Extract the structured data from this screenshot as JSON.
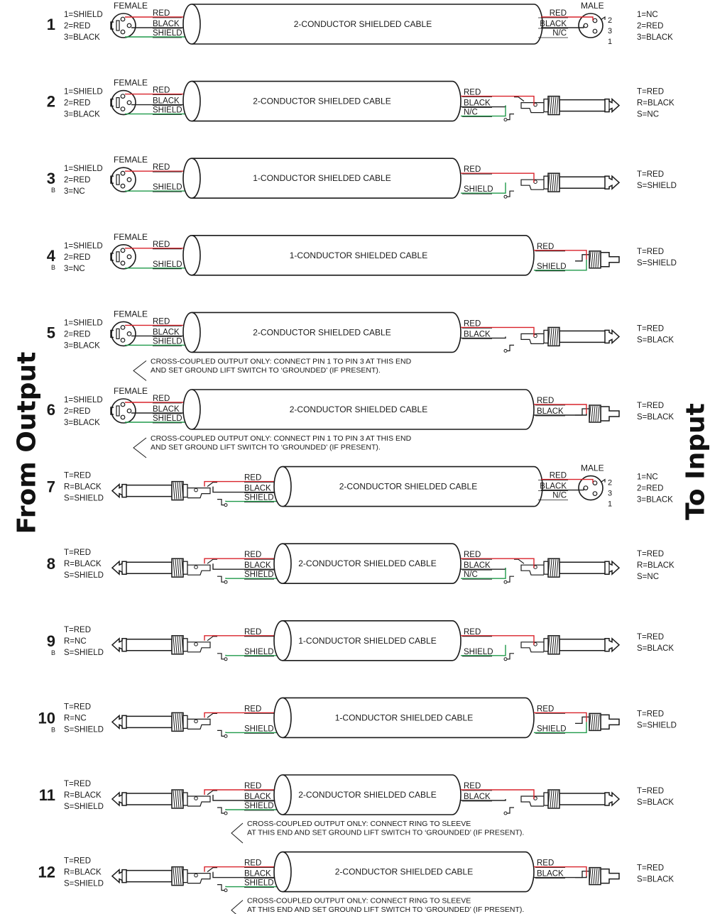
{
  "labels": {
    "from_output": "From Output",
    "to_input": "To Input"
  },
  "colors": {
    "red_wire": "#d9232b",
    "black_wire": "#222222",
    "shield_wire": "#1f9a4a",
    "outline": "#1a1a1a"
  },
  "diagrams": [
    {
      "number": "1",
      "marker": "",
      "left": {
        "type": "xlr-female",
        "title": "FEMALE",
        "pins": [
          "1=SHIELD",
          "2=RED",
          "3=BLACK"
        ],
        "wires": [
          "RED",
          "BLACK",
          "SHIELD"
        ]
      },
      "cable": "2-CONDUCTOR SHIELDED CABLE",
      "right": {
        "type": "xlr-male",
        "title": "MALE",
        "wires": [
          "RED",
          "BLACK",
          "N/C"
        ],
        "pins": [
          "1=NC",
          "2=RED",
          "3=BLACK"
        ]
      },
      "note": []
    },
    {
      "number": "2",
      "marker": "",
      "left": {
        "type": "xlr-female",
        "title": "FEMALE",
        "pins": [
          "1=SHIELD",
          "2=RED",
          "3=BLACK"
        ],
        "wires": [
          "RED",
          "BLACK",
          "SHIELD"
        ]
      },
      "cable": "2-CONDUCTOR SHIELDED CABLE",
      "right": {
        "type": "trs",
        "wires": [
          "RED",
          "BLACK",
          "N/C"
        ],
        "pins": [
          "T=RED",
          "R=BLACK",
          "S=NC"
        ]
      },
      "note": []
    },
    {
      "number": "3",
      "marker": "B",
      "left": {
        "type": "xlr-female",
        "title": "FEMALE",
        "pins": [
          "1=SHIELD",
          "2=RED",
          "3=NC"
        ],
        "wires": [
          "RED",
          "",
          "SHIELD"
        ]
      },
      "cable": "1-CONDUCTOR SHIELDED CABLE",
      "right": {
        "type": "ts",
        "wires": [
          "RED",
          "",
          "SHIELD"
        ],
        "pins": [
          "T=RED",
          "S=SHIELD"
        ]
      },
      "note": []
    },
    {
      "number": "4",
      "marker": "B",
      "left": {
        "type": "xlr-female",
        "title": "FEMALE",
        "pins": [
          "1=SHIELD",
          "2=RED",
          "3=NC"
        ],
        "wires": [
          "RED",
          "",
          "SHIELD"
        ]
      },
      "cable": "1-CONDUCTOR SHIELDED CABLE",
      "right": {
        "type": "rca",
        "wires": [
          "RED",
          "",
          "SHIELD"
        ],
        "pins": [
          "T=RED",
          "S=SHIELD"
        ]
      },
      "note": []
    },
    {
      "number": "5",
      "marker": "",
      "left": {
        "type": "xlr-female",
        "title": "FEMALE",
        "pins": [
          "1=SHIELD",
          "2=RED",
          "3=BLACK"
        ],
        "wires": [
          "RED",
          "BLACK",
          "SHIELD"
        ]
      },
      "cable": "2-CONDUCTOR SHIELDED CABLE",
      "right": {
        "type": "ts",
        "wires": [
          "RED",
          "BLACK",
          ""
        ],
        "pins": [
          "T=RED",
          "S=BLACK"
        ]
      },
      "note": [
        "CROSS-COUPLED OUTPUT ONLY: CONNECT PIN 1 TO PIN 3 AT THIS END",
        "AND SET GROUND LIFT SWITCH TO ‘GROUNDED’ (IF PRESENT)."
      ]
    },
    {
      "number": "6",
      "marker": "",
      "left": {
        "type": "xlr-female",
        "title": "FEMALE",
        "pins": [
          "1=SHIELD",
          "2=RED",
          "3=BLACK"
        ],
        "wires": [
          "RED",
          "BLACK",
          "SHIELD"
        ]
      },
      "cable": "2-CONDUCTOR SHIELDED CABLE",
      "right": {
        "type": "rca",
        "wires": [
          "RED",
          "BLACK",
          ""
        ],
        "pins": [
          "T=RED",
          "S=BLACK"
        ]
      },
      "note": [
        "CROSS-COUPLED OUTPUT ONLY: CONNECT PIN 1 TO PIN 3 AT THIS END",
        "AND SET GROUND LIFT SWITCH TO ‘GROUNDED’ (IF PRESENT)."
      ]
    },
    {
      "number": "7",
      "marker": "",
      "left": {
        "type": "trs",
        "pins": [
          "T=RED",
          "R=BLACK",
          "S=SHIELD"
        ],
        "wires": [
          "RED",
          "BLACK",
          "SHIELD"
        ]
      },
      "cable": "2-CONDUCTOR SHIELDED CABLE",
      "right": {
        "type": "xlr-male",
        "title": "MALE",
        "wires": [
          "RED",
          "BLACK",
          "N/C"
        ],
        "pins": [
          "1=NC",
          "2=RED",
          "3=BLACK"
        ]
      },
      "note": []
    },
    {
      "number": "8",
      "marker": "",
      "left": {
        "type": "trs",
        "pins": [
          "T=RED",
          "R=BLACK",
          "S=SHIELD"
        ],
        "wires": [
          "RED",
          "BLACK",
          "SHIELD"
        ]
      },
      "cable": "2-CONDUCTOR SHIELDED CABLE",
      "right": {
        "type": "trs",
        "wires": [
          "RED",
          "BLACK",
          "N/C"
        ],
        "pins": [
          "T=RED",
          "R=BLACK",
          "S=NC"
        ]
      },
      "note": []
    },
    {
      "number": "9",
      "marker": "B",
      "left": {
        "type": "trs",
        "pins": [
          "T=RED",
          "R=NC",
          "S=SHIELD"
        ],
        "wires": [
          "RED",
          "",
          "SHIELD"
        ]
      },
      "cable": "1-CONDUCTOR SHIELDED CABLE",
      "right": {
        "type": "ts",
        "wires": [
          "RED",
          "",
          "SHIELD"
        ],
        "pins": [
          "T=RED",
          "S=BLACK"
        ]
      },
      "note": []
    },
    {
      "number": "10",
      "marker": "B",
      "left": {
        "type": "trs",
        "pins": [
          "T=RED",
          "R=NC",
          "S=SHIELD"
        ],
        "wires": [
          "RED",
          "",
          "SHIELD"
        ]
      },
      "cable": "1-CONDUCTOR SHIELDED CABLE",
      "right": {
        "type": "rca",
        "wires": [
          "RED",
          "",
          "SHIELD"
        ],
        "pins": [
          "T=RED",
          "S=SHIELD"
        ]
      },
      "note": []
    },
    {
      "number": "11",
      "marker": "",
      "left": {
        "type": "trs",
        "pins": [
          "T=RED",
          "R=BLACK",
          "S=SHIELD"
        ],
        "wires": [
          "RED",
          "BLACK",
          "SHIELD"
        ]
      },
      "cable": "2-CONDUCTOR SHIELDED CABLE",
      "right": {
        "type": "ts",
        "wires": [
          "RED",
          "BLACK",
          ""
        ],
        "pins": [
          "T=RED",
          "S=BLACK"
        ]
      },
      "note": [
        "CROSS-COUPLED OUTPUT ONLY: CONNECT RING TO SLEEVE",
        "AT THIS END AND SET GROUND LIFT SWITCH TO ‘GROUNDED’ (IF PRESENT)."
      ]
    },
    {
      "number": "12",
      "marker": "",
      "left": {
        "type": "trs",
        "pins": [
          "T=RED",
          "R=BLACK",
          "S=SHIELD"
        ],
        "wires": [
          "RED",
          "BLACK",
          "SHIELD"
        ]
      },
      "cable": "2-CONDUCTOR SHIELDED CABLE",
      "right": {
        "type": "rca",
        "wires": [
          "RED",
          "BLACK",
          ""
        ],
        "pins": [
          "T=RED",
          "S=BLACK"
        ]
      },
      "note": [
        "CROSS-COUPLED OUTPUT ONLY: CONNECT RING TO SLEEVE",
        "AT THIS END AND SET GROUND LIFT SWITCH TO ‘GROUNDED’ (IF PRESENT)."
      ]
    }
  ]
}
